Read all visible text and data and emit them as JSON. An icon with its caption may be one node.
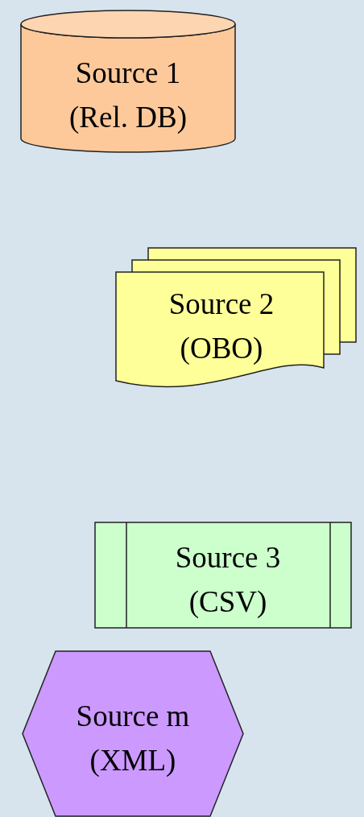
{
  "diagram": {
    "nodes": [
      {
        "text": [
          "Source 1 (Rel. DB)"
        ]
      },
      {
        "text": [
          "Source 2 (OBO)"
        ]
      },
      {
        "text": [
          "Source 3 (CSV)"
        ]
      },
      {
        "text": [
          "Source m (XML)"
        ]
      }
    ]
  }
}
